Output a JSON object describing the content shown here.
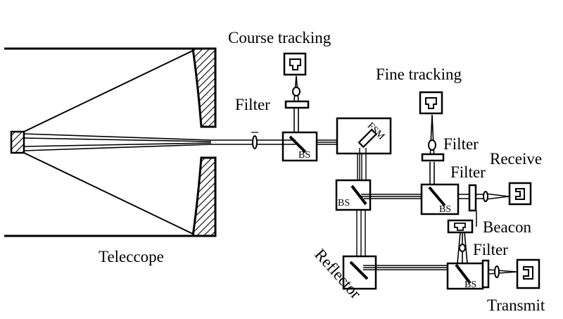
{
  "diagram": {
    "labels": {
      "course_tracking": "Course tracking",
      "fine_tracking": "Fine tracking",
      "filter_course": "Filter",
      "filter_fine": "Filter",
      "filter_receive": "Filter",
      "filter_transmit": "Filter",
      "receive": "Receive",
      "beacon": "Beacon",
      "telescope": "Teleccope",
      "reflector": "Reflector",
      "transmit": "Transmit",
      "fsm": "FSM",
      "bs_1": "BS",
      "bs_2": "BS",
      "bs_3": "BS",
      "bs_4": "BS"
    }
  }
}
